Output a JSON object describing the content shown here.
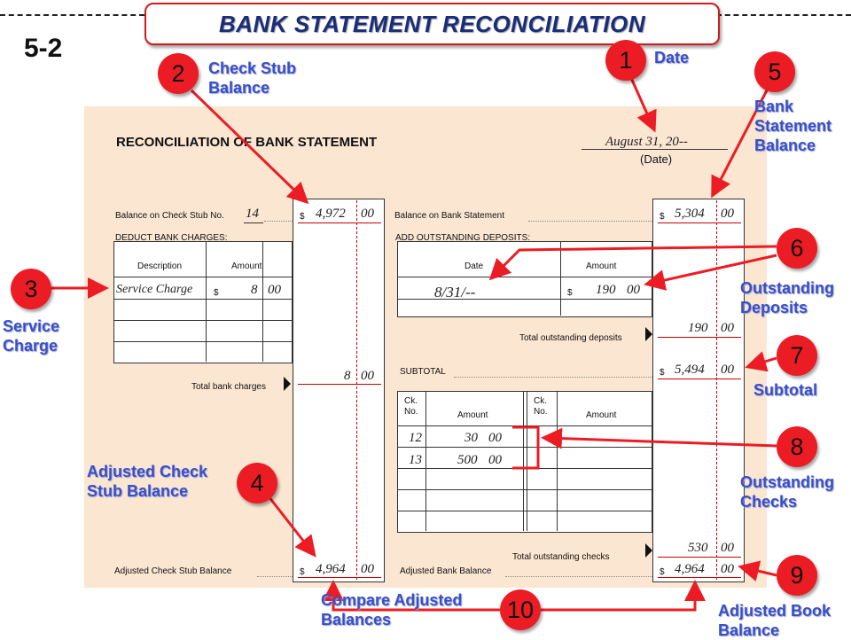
{
  "slide": {
    "number": "5-2",
    "banner": "BANK STATEMENT RECONCILIATION"
  },
  "form": {
    "title": "RECONCILIATION OF BANK STATEMENT",
    "date_value": "August 31, 20--",
    "date_label": "(Date)",
    "left": {
      "check_stub_label": "Balance on Check Stub No.",
      "check_stub_no": "14",
      "check_stub_amount": "4,972",
      "check_stub_cents": "00",
      "deduct_label": "DEDUCT BANK CHARGES:",
      "col_description": "Description",
      "col_amount": "Amount",
      "charge_desc": "Service Charge",
      "charge_amount": "8",
      "charge_cents": "00",
      "total_label": "Total bank charges",
      "total_amount": "8",
      "total_cents": "00",
      "adjusted_label": "Adjusted Check Stub Balance",
      "adjusted_amount": "4,964",
      "adjusted_cents": "00"
    },
    "right": {
      "bank_balance_label": "Balance on Bank Statement",
      "bank_balance_amount": "5,304",
      "bank_balance_cents": "00",
      "add_label": "ADD OUTSTANDING DEPOSITS:",
      "col_date": "Date",
      "col_amount": "Amount",
      "deposit_date": "8/31/--",
      "deposit_amount": "190",
      "deposit_cents": "00",
      "total_deposits_label": "Total outstanding deposits",
      "total_deposits_amount": "190",
      "total_deposits_cents": "00",
      "subtotal_label": "SUBTOTAL",
      "subtotal_amount": "5,494",
      "subtotal_cents": "00",
      "col_ck_no": "Ck. No.",
      "checks": [
        {
          "no": "12",
          "amount": "30",
          "cents": "00"
        },
        {
          "no": "13",
          "amount": "500",
          "cents": "00"
        }
      ],
      "total_checks_label": "Total outstanding checks",
      "total_checks_amount": "530",
      "total_checks_cents": "00",
      "adjusted_label": "Adjusted Bank Balance",
      "adjusted_amount": "4,964",
      "adjusted_cents": "00"
    },
    "currency_symbol": "$"
  },
  "callouts": [
    {
      "num": "1",
      "label": "Date"
    },
    {
      "num": "2",
      "label": "Check Stub Balance"
    },
    {
      "num": "3",
      "label": "Service Charge"
    },
    {
      "num": "4",
      "label": "Adjusted Check Stub Balance"
    },
    {
      "num": "5",
      "label": "Bank Statement Balance"
    },
    {
      "num": "6",
      "label": "Outstanding Deposits"
    },
    {
      "num": "7",
      "label": "Subtotal"
    },
    {
      "num": "8",
      "label": "Outstanding Checks"
    },
    {
      "num": "9",
      "label": "Adjusted Book Balance"
    },
    {
      "num": "10",
      "label": "Compare Adjusted Balances"
    }
  ],
  "colors": {
    "accent_red": "#ec1c24",
    "callout_blue": "#3a4fc4",
    "banner_blue": "#1a2d7a",
    "paper": "#fbe6d2"
  }
}
